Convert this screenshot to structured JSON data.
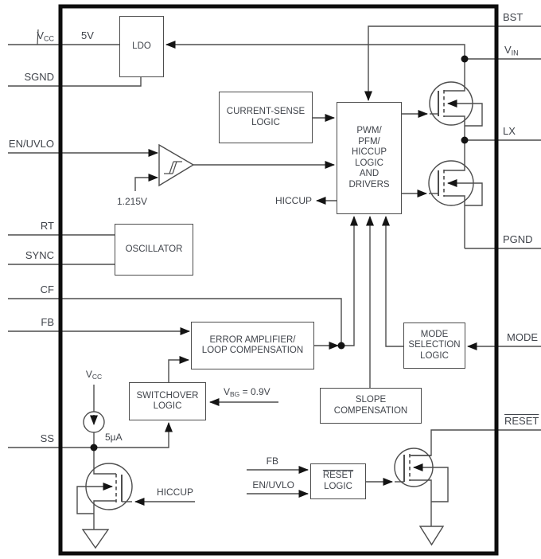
{
  "colors": {
    "background": "#ffffff",
    "wire": "#4d4d4d",
    "chip_border": "#0d0d0d",
    "text": "#40444b"
  },
  "pins": {
    "vcc": {
      "base": "V",
      "sub": "CC"
    },
    "sgnd": "SGND",
    "en_uvlo": "EN/UVLO",
    "rt": "RT",
    "sync": "SYNC",
    "cf": "CF",
    "fb": "FB",
    "ss": "SS",
    "bst": "BST",
    "vin": {
      "base": "V",
      "sub": "IN"
    },
    "lx": "LX",
    "pgnd": "PGND",
    "mode": "MODE",
    "reset": "RESET"
  },
  "blocks": {
    "ldo": {
      "l1": "LDO"
    },
    "current_sense": {
      "l1": "CURRENT-SENSE",
      "l2": "LOGIC"
    },
    "pwm": {
      "l1": "PWM/",
      "l2": "PFM/",
      "l3": "HICCUP",
      "l4": "LOGIC",
      "l5": "AND",
      "l6": "DRIVERS"
    },
    "oscillator": {
      "l1": "OSCILLATOR"
    },
    "error_amp": {
      "l1": "ERROR AMPLIFIER/",
      "l2": "LOOP COMPENSATION"
    },
    "mode_selection": {
      "l1": "MODE",
      "l2": "SELECTION",
      "l3": "LOGIC"
    },
    "switchover": {
      "l1": "SWITCHOVER",
      "l2": "LOGIC"
    },
    "slope_comp": {
      "l1": "SLOPE",
      "l2": "COMPENSATION"
    },
    "reset_logic": {
      "l1": "RESET",
      "l2": "LOGIC"
    }
  },
  "annotations": {
    "ldo_input": "5V",
    "comparator_ref": "1.215V",
    "hiccup_output": "HICCUP",
    "hiccup_input": "HICCUP",
    "vbg": {
      "base": "V",
      "sub": "BG",
      "rest": " = 0.9V"
    },
    "vcc_internal": {
      "base": "V",
      "sub": "CC"
    },
    "softstart_current": "5µA",
    "reset_fb": "FB",
    "reset_en": "EN/UVLO"
  },
  "symbols": {
    "nmos": "nmos-transistor",
    "comparator": "comparator-with-hysteresis",
    "current_source": "current-source-circle-down-arrow",
    "ground": "ground-triangle",
    "junction": "junction-dot",
    "arrow": "signal-arrowhead"
  }
}
